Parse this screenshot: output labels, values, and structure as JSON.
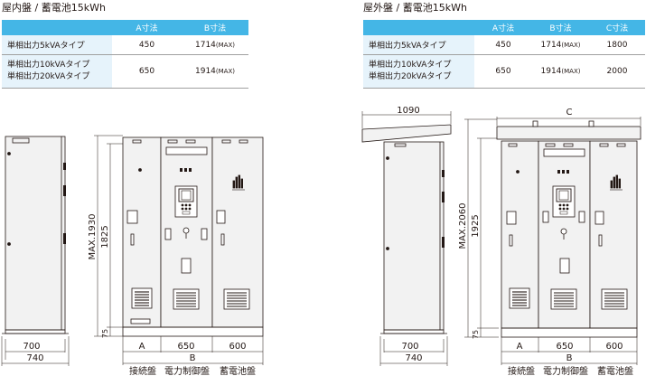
{
  "indoor": {
    "title": "屋内盤 / 蓄電池15kWh",
    "table": {
      "headers": [
        "",
        "A寸法",
        "B寸法"
      ],
      "rows": [
        {
          "labels": [
            "単相出力5kVAタイプ"
          ],
          "a": "450",
          "b": "1714",
          "b_unit": "(MAX)"
        },
        {
          "labels": [
            "単相出力10kVAタイプ",
            "単相出力20kVAタイプ"
          ],
          "a": "650",
          "b": "1914",
          "b_unit": "(MAX)"
        }
      ]
    },
    "dims": {
      "height_max": "MAX.1930",
      "height": "1825",
      "base": "75",
      "side_depth": "700",
      "side_total": "740",
      "col_a": "A",
      "col_650": "650",
      "col_600": "600",
      "total": "B"
    },
    "panels": [
      "接続盤",
      "電力制御盤",
      "蓄電池盤"
    ]
  },
  "outdoor": {
    "title": "屋外盤 / 蓄電池15kWh",
    "table": {
      "headers": [
        "",
        "A寸法",
        "B寸法",
        "C寸法"
      ],
      "rows": [
        {
          "labels": [
            "単相出力5kVAタイプ"
          ],
          "a": "450",
          "b": "1714",
          "b_unit": "(MAX)",
          "c": "1800"
        },
        {
          "labels": [
            "単相出力10kVAタイプ",
            "単相出力20kVAタイプ"
          ],
          "a": "650",
          "b": "1914",
          "b_unit": "(MAX)",
          "c": "2000"
        }
      ]
    },
    "dims": {
      "height_max": "MAX.2060",
      "height": "1925",
      "base": "75",
      "roof_depth": "1090",
      "side_depth": "700",
      "side_total": "740",
      "roof_width": "C",
      "col_a": "A",
      "col_650": "650",
      "col_600": "600",
      "total": "B"
    },
    "panels": [
      "接続盤",
      "電力制御盤",
      "蓄電池盤"
    ]
  },
  "colors": {
    "header_bg": "#44b6e6",
    "label_bg": "#e6f3fb",
    "panel_fill": "#f2f2f2",
    "line": "#231815"
  }
}
